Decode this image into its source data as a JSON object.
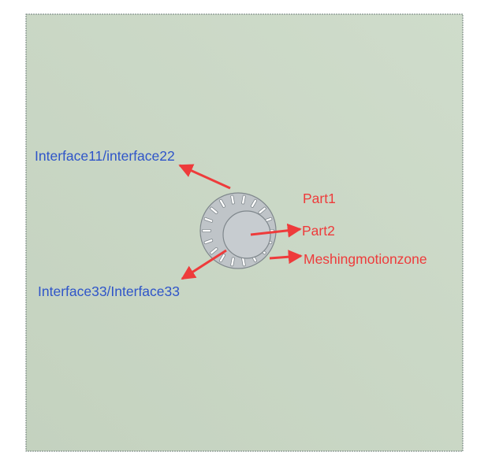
{
  "labels": {
    "interface_top": "Interface11/interface22",
    "interface_bottom": "Interface33/Interface33",
    "part1": "Part1",
    "part2": "Part2",
    "meshing_zone": "Meshingmotionzone"
  },
  "colors": {
    "domain_fill": "#c9d6c4",
    "domain_border": "#6f7f7a",
    "ring_fill": "#bfc4c8",
    "ring_stroke": "#7f878c",
    "inner_fill": "#c7ccd0",
    "slot_fill": "#ffffff",
    "arrow_red": "#ee3b3b",
    "interface_label_blue": "#2f55c9",
    "part_label_red": "#ee3b3b"
  }
}
